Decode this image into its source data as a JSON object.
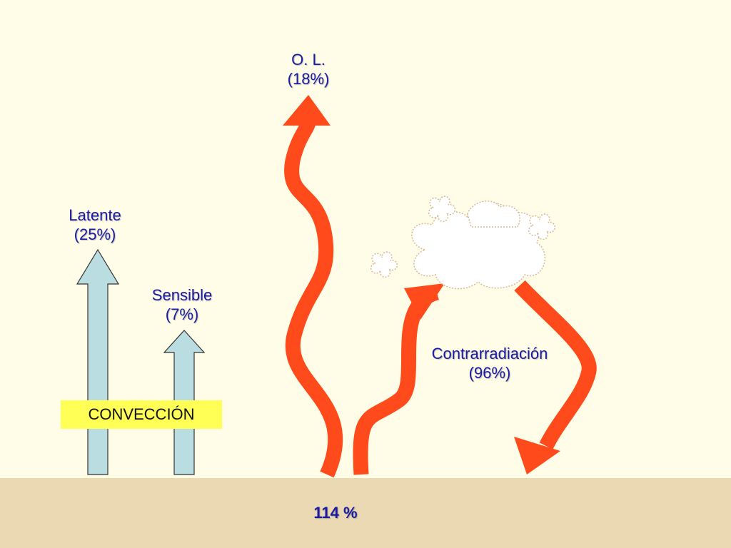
{
  "colors": {
    "background": "#fffde7",
    "ground": "#ead9b3",
    "radiation_arrow": "#ff4a1c",
    "convection_arrow": "#b9dde1",
    "convection_box": "#ffff55",
    "label_text": "#1a1aa6",
    "cloud_outline": "#d6b896"
  },
  "labels": {
    "ol_line1": "O. L.",
    "ol_line2": "(18%)",
    "latente_line1": "Latente",
    "latente_line2": "(25%)",
    "sensible_line1": "Sensible",
    "sensible_line2": "(7%)",
    "contra_line1": "Contrarradiación",
    "contra_line2": "(96%)",
    "convection": "CONVECCIÓN",
    "total": "114 %"
  },
  "icons": {
    "cloud": "cloud-icon",
    "wavy_arrow": "wavy-arrow-icon",
    "straight_arrow": "up-arrow-icon"
  }
}
